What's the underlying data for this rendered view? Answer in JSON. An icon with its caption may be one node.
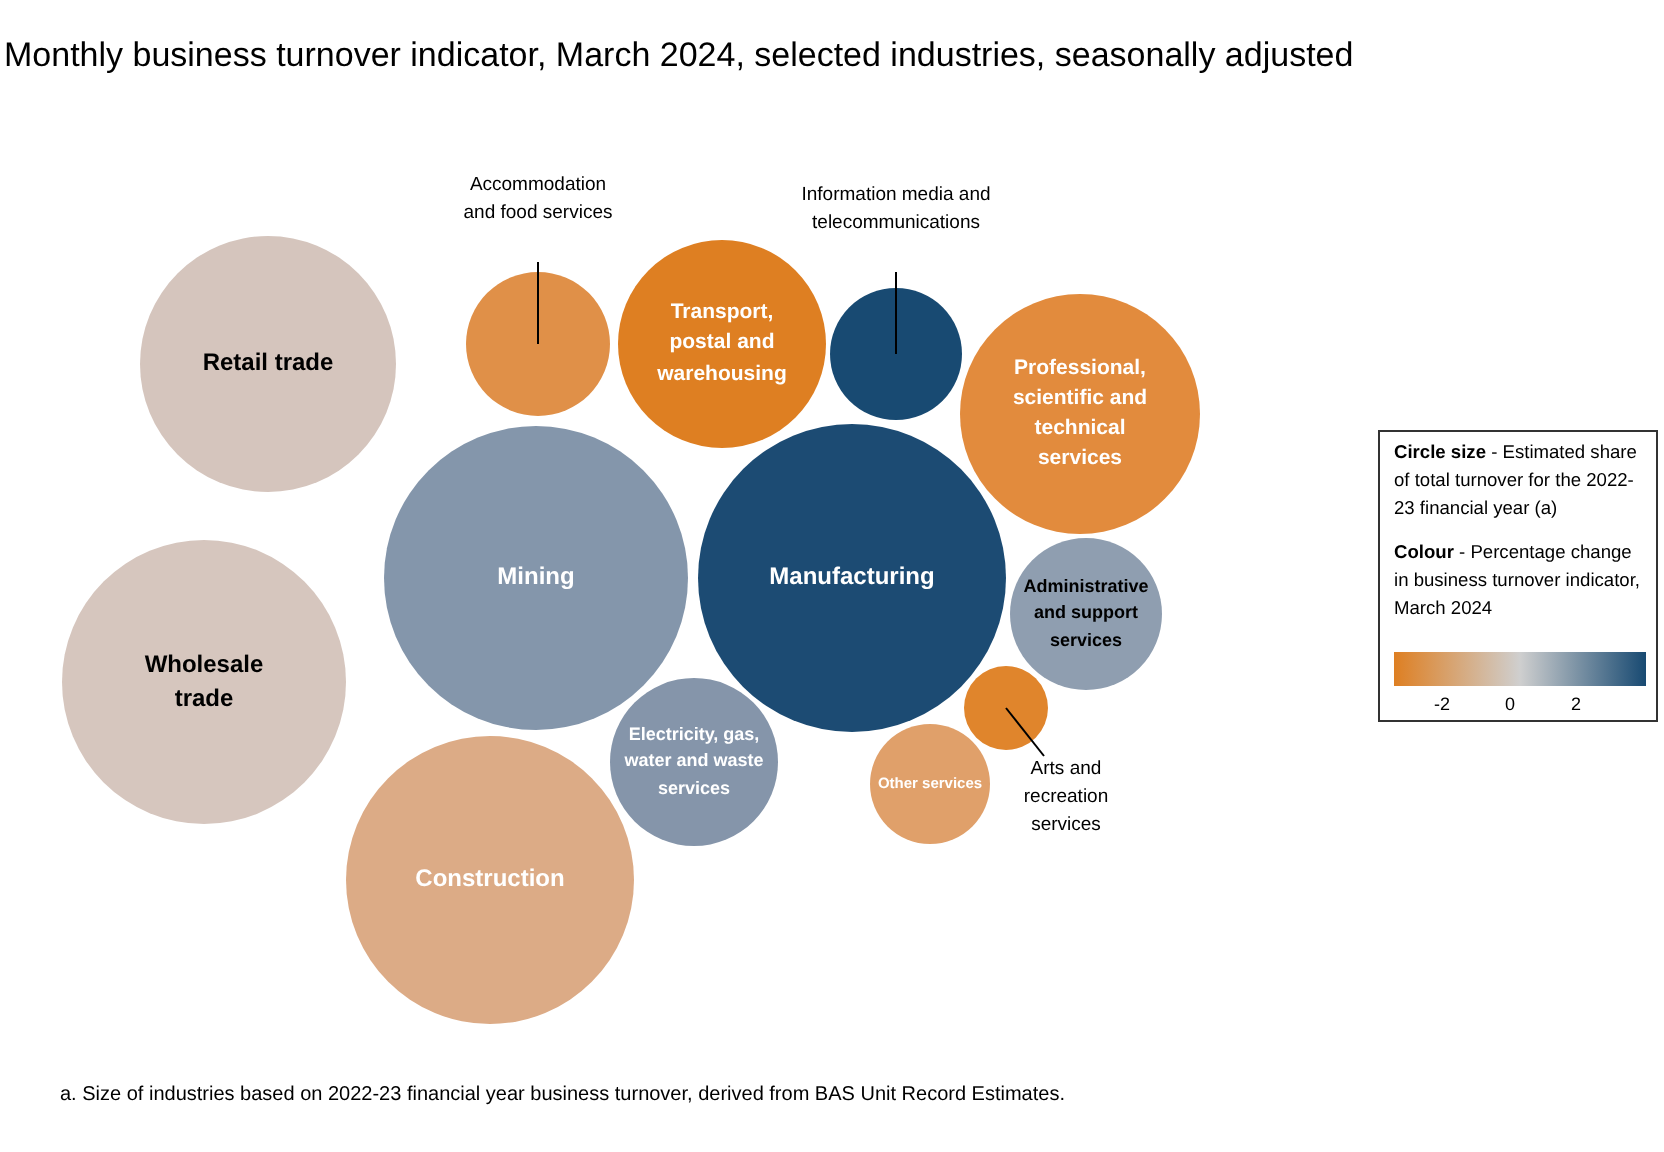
{
  "diagram": {
    "title": "Monthly business turnover indicator, March 2024, selected industries, seasonally adjusted",
    "caption": "a. Size of industries based on 2022-23 financial year business turnover, derived from BAS Unit Record Estimates.",
    "nodes": [
      {
        "text": [
          "Accommodation and food services"
        ]
      },
      {
        "text": [],
        "shape": "circle"
      },
      {
        "text": [
          "Information media and telecommunications"
        ]
      },
      {
        "text": [],
        "shape": "circle"
      },
      {
        "text": [
          "Retail trade"
        ]
      },
      {
        "text": [
          "Transport, postal and warehousing"
        ]
      },
      {
        "text": [
          "Professional, scientific and technical services"
        ]
      },
      {
        "text": [
          "Mining"
        ]
      },
      {
        "text": [
          "Manufacturing"
        ]
      },
      {
        "text": [
          "Administrative and support services"
        ]
      },
      {
        "text": [
          "Wholesale trade"
        ]
      },
      {
        "text": [],
        "shape": "circle"
      },
      {
        "text": [
          "Electricity, gas, water and waste services"
        ]
      },
      {
        "text": [
          "Other services"
        ]
      },
      {
        "text": [
          "Arts and recreation services"
        ]
      },
      {
        "text": [
          "Construction"
        ]
      },
      {
        "text": [
          "**Circle size** - Estimated share of total turnover for the 2022-23 financial year (a)",
          "**Colour** - Percentage change in business turnover indicator, March 2024"
        ]
      },
      {
        "text": [],
        "shape": "bar",
        "in": 16
      }
    ],
    "edges": [
      {
        "from": 0,
        "to": 1,
        "arrow": "none"
      },
      {
        "from": 2,
        "to": 3,
        "arrow": "none"
      },
      {
        "from": 14,
        "to": 11,
        "arrow": "none"
      }
    ],
    "labels": [
      "-2",
      "0",
      "2"
    ]
  }
}
